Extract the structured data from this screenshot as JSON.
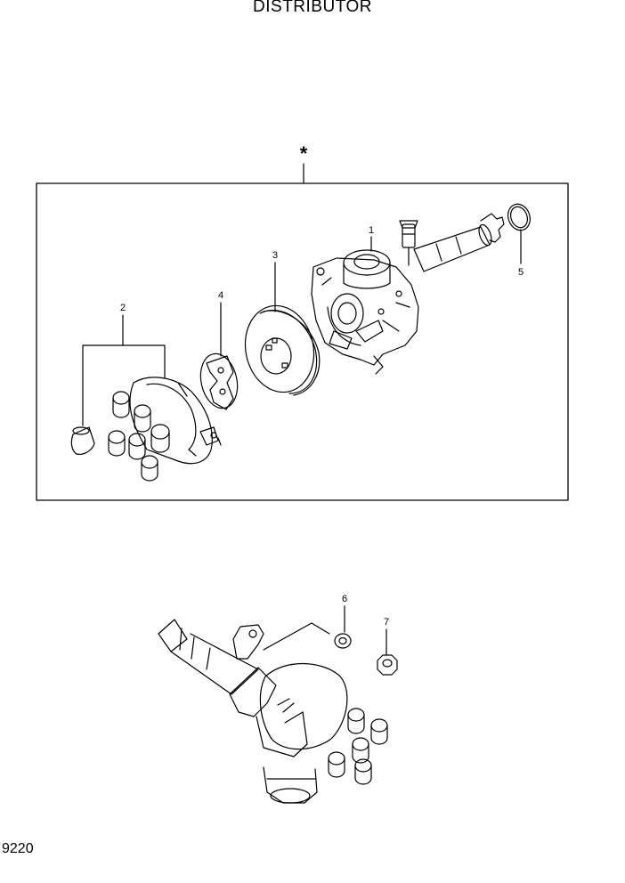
{
  "title": "DISTRIBUTOR",
  "page_number": "9220",
  "assembly_marker": "*",
  "callouts": [
    "1",
    "2",
    "3",
    "4",
    "5",
    "6",
    "7"
  ]
}
